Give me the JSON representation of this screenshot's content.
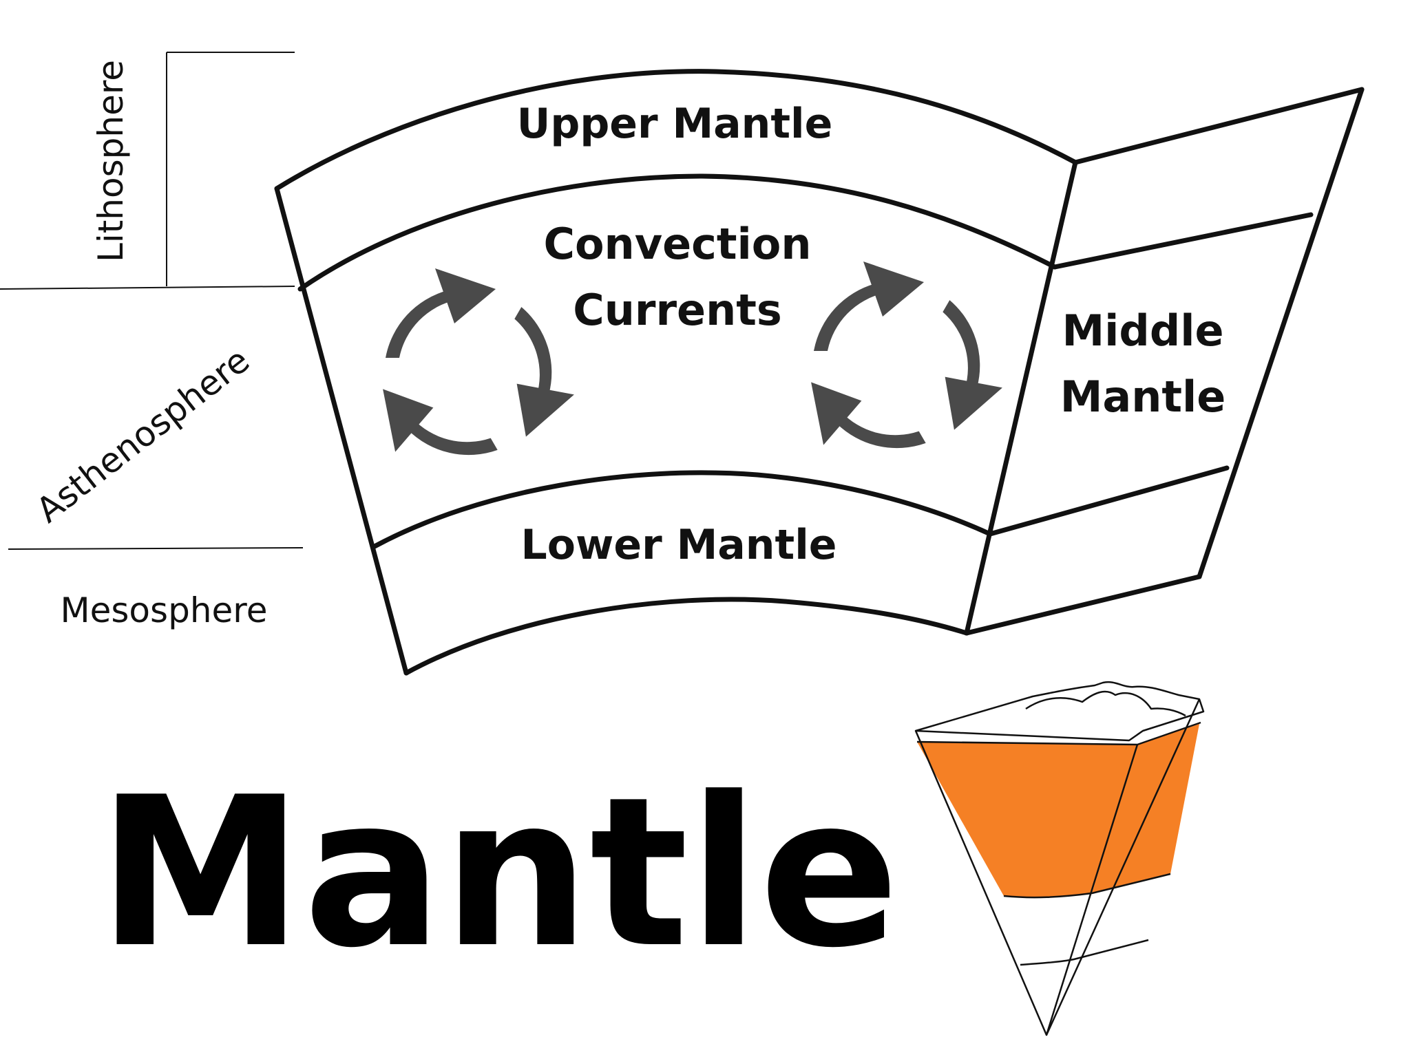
{
  "diagram": {
    "title": "Mantle",
    "layers": {
      "upper_mantle": "Upper Mantle",
      "convection_line1": "Convection",
      "convection_line2": "Currents",
      "middle_line1": "Middle",
      "middle_line2": "Mantle",
      "lower_mantle": "Lower Mantle"
    },
    "side_labels": {
      "lithosphere": "Lithosphere",
      "asthenosphere": "Asthenosphere",
      "mesosphere": "Mesosphere"
    },
    "icons": {
      "left_cycle": "convection-cycle-arrows",
      "right_cycle": "convection-cycle-arrows",
      "earth_wedge": "earth-wedge-cutaway"
    },
    "colors": {
      "mantle_highlight": "#F58025",
      "arrow_gray": "#4A4A4A",
      "ink": "#111111"
    }
  }
}
